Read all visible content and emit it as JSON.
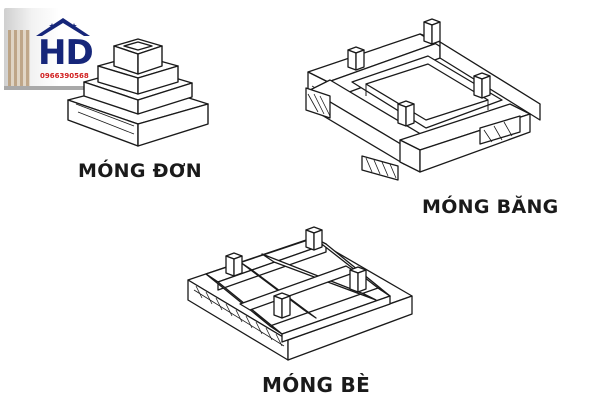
{
  "labels": {
    "mong_don": "MÓNG ĐƠN",
    "mong_bang": "MÓNG BĂNG",
    "mong_be": "MÓNG BÈ"
  },
  "logo": {
    "text": "HD",
    "phone": "0966390568"
  },
  "colors": {
    "line": "#1a1a1a",
    "fill": "#ffffff",
    "logo_blue": "#16267a",
    "logo_red": "#d11f1f"
  }
}
